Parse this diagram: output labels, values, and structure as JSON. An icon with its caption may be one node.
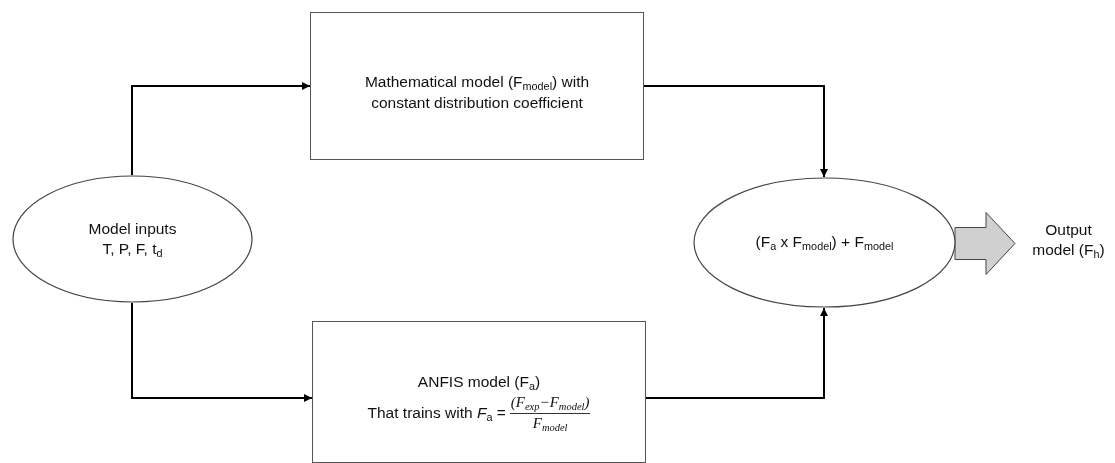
{
  "diagram": {
    "nodes": [
      {
        "text": [
          "Model inputs",
          "T, P, F, t$_{d}$"
        ]
      },
      {
        "text": [
          "Mathematical model (F$_{model}$) with constant distribution coefficient"
        ]
      },
      {
        "text": [
          "ANFIS model (F$_{a}$)",
          "That trains with *F*$_{a}$ =",
          "(*F*$_{exp}$−*F*$_{model}$)",
          "*F*$_{model}$"
        ]
      },
      {
        "text": [
          "(F$_{a}$ x F$_{model}$) + F$_{model}$"
        ]
      },
      {
        "text": [
          "Output model (F$_{h}$)"
        ]
      }
    ],
    "edges": [
      {
        "from": 0,
        "to": 1,
        "arrow": "to"
      },
      {
        "from": 0,
        "to": 2,
        "arrow": "to"
      },
      {
        "from": 1,
        "to": 3,
        "arrow": "to"
      },
      {
        "from": 2,
        "to": 3,
        "arrow": "to"
      },
      {
        "from": 3,
        "to": 4,
        "arrow": "to",
        "style": "thick",
        "color": "#d0d0d0"
      }
    ]
  }
}
